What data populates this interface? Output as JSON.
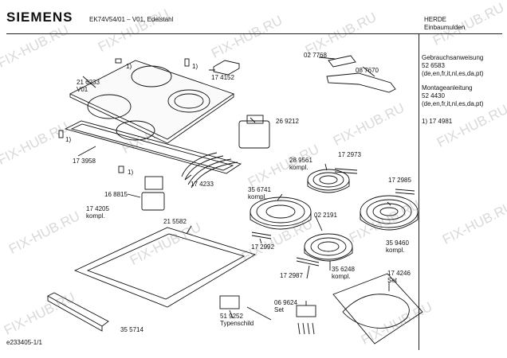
{
  "header": {
    "brand": "SIEMENS",
    "model": "EK74V54/01 – V01, Edelstahl",
    "category_line1": "HERDE",
    "category_line2": "Einbaumulden"
  },
  "side_panel": {
    "manual_title": "Gebrauchsanweisung",
    "manual_number": "52 6583",
    "manual_langs": "(de,en,fr,it,nl,es,da,pt)",
    "install_title": "Montageanleitung",
    "install_number": "52 4430",
    "install_langs": "(de,en,fr,it,nl,es,da,pt)",
    "footnote": "1) 17 4981"
  },
  "watermark": "FIX-HUB.RU",
  "footer": {
    "doc_id": "e233405-1/1"
  },
  "parts": {
    "p_216233": "21 6233",
    "p_v01": "V01",
    "p_fn_a": "1)",
    "p_fn_b": "1)",
    "p_fn_c": "1)",
    "p_fn_d": "1)",
    "p_174152": "17 4152",
    "p_027768": "02 7768",
    "p_087670": "08 7670",
    "p_269212": "26 9212",
    "p_173958": "17 3958",
    "p_174233": "17 4233",
    "p_168815": "16 8815",
    "p_174205": "17 4205",
    "p_kompl_1": "kompl.",
    "p_289561": "28 9561",
    "p_kompl_2": "kompl.",
    "p_172973": "17 2973",
    "p_172985": "17 2985",
    "p_356741": "35 6741",
    "p_kompl_3": "kompl.",
    "p_022191": "02 2191",
    "p_215582": "21 5582",
    "p_172992": "17 2992",
    "p_359460": "35 9460",
    "p_kompl_4": "kompl.",
    "p_172987": "17 2987",
    "p_356248": "35 6248",
    "p_kompl_5": "kompl.",
    "p_174246": "17 4246",
    "p_set_1": "Set",
    "p_519252": "51 9252",
    "p_typenschild": "Typenschild",
    "p_069624": "06 9624",
    "p_set_2": "Set",
    "p_355714": "35 5714"
  }
}
